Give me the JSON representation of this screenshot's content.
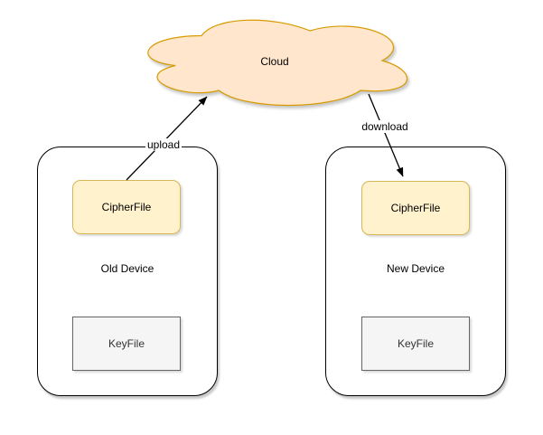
{
  "diagram": {
    "cloud": {
      "label": "Cloud",
      "fill": "#FFE6CC",
      "stroke": "#D79B00"
    },
    "devices": {
      "old": {
        "label": "Old Device",
        "cipher_label": "CipherFile",
        "key_label": "KeyFile"
      },
      "new": {
        "label": "New Device",
        "cipher_label": "CipherFile",
        "key_label": "KeyFile"
      }
    },
    "edges": {
      "upload": {
        "label": "upload"
      },
      "download": {
        "label": "download"
      }
    },
    "colors": {
      "cipher_fill": "#FFF2CC",
      "cipher_stroke": "#D6B656",
      "key_fill": "#F5F5F5",
      "key_stroke": "#666666",
      "key_text": "#333333",
      "device_fill": "#FFFFFF",
      "device_stroke": "#000000",
      "edge_stroke": "#000000",
      "background": "#FFFFFF"
    }
  }
}
